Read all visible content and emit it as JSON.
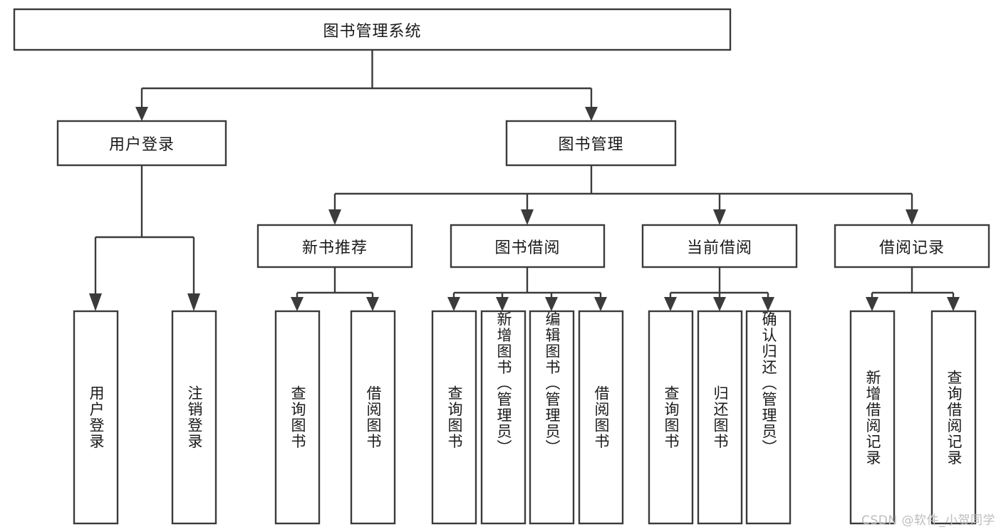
{
  "diagram": {
    "title": "图书管理系统",
    "type": "tree",
    "style": {
      "box_fill": "#ffffff",
      "box_stroke": "#3b3b3b",
      "text_color": "#1a1a1a",
      "background": "#ffffff",
      "watermark_color": "#bdbdbd"
    },
    "watermark": "CSDN @软件_小贺同学",
    "levels": [
      {
        "level": 1,
        "nodes": [
          {
            "id": "root",
            "label": "图书管理系统",
            "orientation": "horizontal"
          }
        ]
      },
      {
        "level": 2,
        "nodes": [
          {
            "id": "user-login",
            "label": "用户登录",
            "orientation": "horizontal",
            "parent": "root"
          },
          {
            "id": "book-manage",
            "label": "图书管理",
            "orientation": "horizontal",
            "parent": "root"
          }
        ]
      },
      {
        "level": 3,
        "nodes": [
          {
            "id": "new-book-rec",
            "label": "新书推荐",
            "orientation": "horizontal",
            "parent": "book-manage"
          },
          {
            "id": "book-borrow",
            "label": "图书借阅",
            "orientation": "horizontal",
            "parent": "book-manage"
          },
          {
            "id": "current-borrow",
            "label": "当前借阅",
            "orientation": "horizontal",
            "parent": "book-manage"
          },
          {
            "id": "borrow-record",
            "label": "借阅记录",
            "orientation": "horizontal",
            "parent": "book-manage"
          }
        ]
      },
      {
        "level": 4,
        "nodes": [
          {
            "id": "leaf-user-login",
            "label": "用户登录",
            "orientation": "vertical",
            "parent": "user-login"
          },
          {
            "id": "leaf-logout",
            "label": "注销登录",
            "orientation": "vertical",
            "parent": "user-login"
          },
          {
            "id": "leaf-query-book-1",
            "label": "查询图书",
            "orientation": "vertical",
            "parent": "new-book-rec"
          },
          {
            "id": "leaf-borrow-book-1",
            "label": "借阅图书",
            "orientation": "vertical",
            "parent": "new-book-rec"
          },
          {
            "id": "leaf-query-book-2",
            "label": "查询图书",
            "orientation": "vertical",
            "parent": "book-borrow"
          },
          {
            "id": "leaf-add-book",
            "label": "新增图书（管理员）",
            "orientation": "vertical",
            "parent": "book-borrow"
          },
          {
            "id": "leaf-edit-book",
            "label": "编辑图书（管理员）",
            "orientation": "vertical",
            "parent": "book-borrow"
          },
          {
            "id": "leaf-borrow-book-2",
            "label": "借阅图书",
            "orientation": "vertical",
            "parent": "book-borrow"
          },
          {
            "id": "leaf-query-book-3",
            "label": "查询图书",
            "orientation": "vertical",
            "parent": "current-borrow"
          },
          {
            "id": "leaf-return-book",
            "label": "归还图书",
            "orientation": "vertical",
            "parent": "current-borrow"
          },
          {
            "id": "leaf-confirm-return",
            "label": "确认归还（管理员）",
            "orientation": "vertical",
            "parent": "current-borrow"
          },
          {
            "id": "leaf-add-record",
            "label": "新增借阅记录",
            "orientation": "vertical",
            "parent": "borrow-record"
          },
          {
            "id": "leaf-query-record",
            "label": "查询借阅记录",
            "orientation": "vertical",
            "parent": "borrow-record"
          }
        ]
      }
    ]
  }
}
